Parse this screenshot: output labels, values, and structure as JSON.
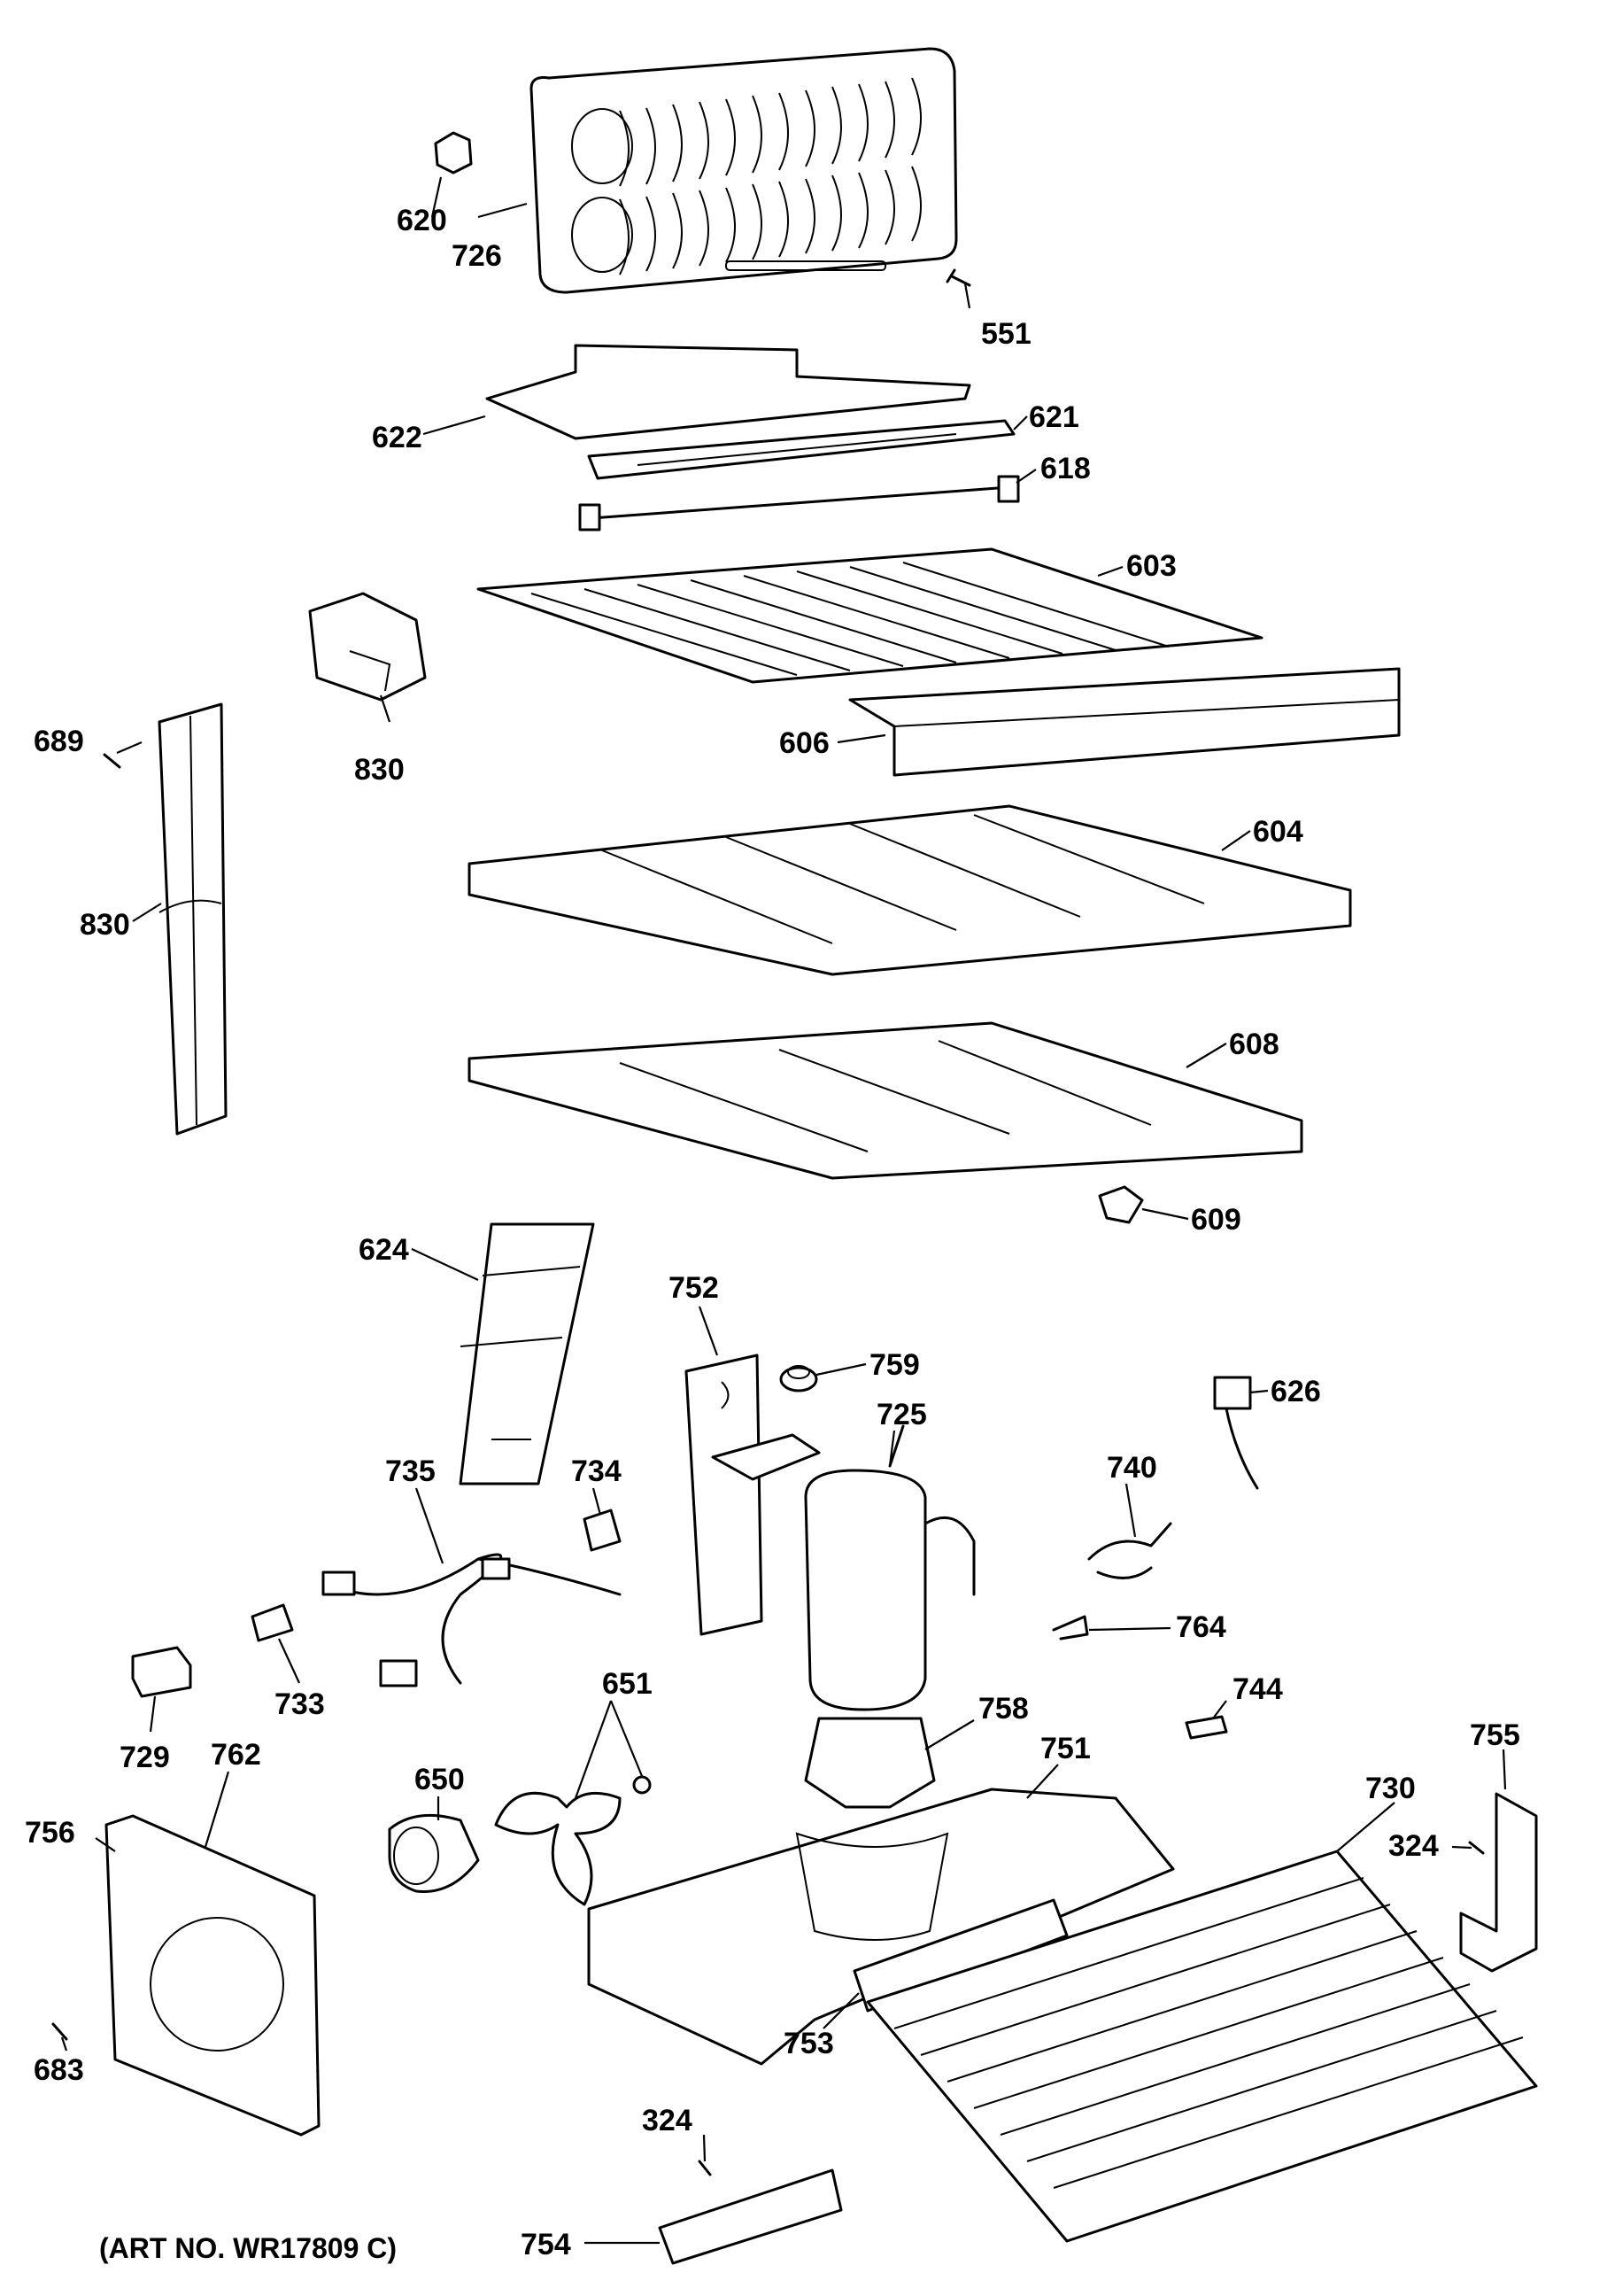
{
  "caption": "(ART NO. WR17809 C)",
  "labels": {
    "p620": "620",
    "p726": "726",
    "p551": "551",
    "p622": "622",
    "p621": "621",
    "p618": "618",
    "p603": "603",
    "p830a": "830",
    "p689": "689",
    "p830b": "830",
    "p606": "606",
    "p604": "604",
    "p608": "608",
    "p609": "609",
    "p624": "624",
    "p752": "752",
    "p759": "759",
    "p626": "626",
    "p725": "725",
    "p740": "740",
    "p735": "735",
    "p734": "734",
    "p764": "764",
    "p733": "733",
    "p651": "651",
    "p744": "744",
    "p758": "758",
    "p729": "729",
    "p762": "762",
    "p751": "751",
    "p755": "755",
    "p730": "730",
    "p756": "756",
    "p650": "650",
    "p324a": "324",
    "p683": "683",
    "p753": "753",
    "p324b": "324",
    "p754": "754"
  }
}
